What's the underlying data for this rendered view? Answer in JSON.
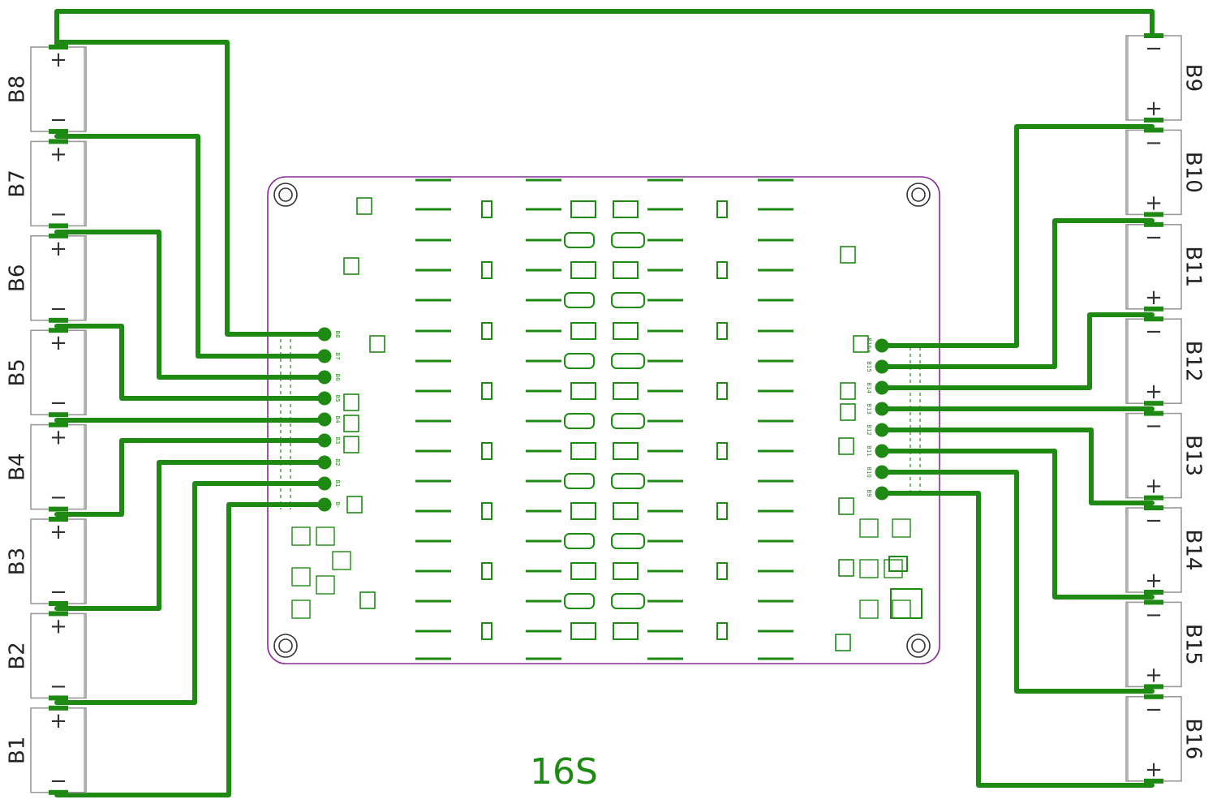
{
  "diagram": {
    "caption": "16S",
    "plus_symbol": "+",
    "minus_symbol": "−",
    "colors": {
      "trace": "#1e8a14",
      "board_outline": "#8a2a9a",
      "silkscreen": "#1e8a14",
      "cell_outline": "#9a9a9a",
      "background": "#ffffff"
    },
    "left_cells": [
      {
        "label": "B8"
      },
      {
        "label": "B7"
      },
      {
        "label": "B6"
      },
      {
        "label": "B5"
      },
      {
        "label": "B4"
      },
      {
        "label": "B3"
      },
      {
        "label": "B2"
      },
      {
        "label": "B1"
      }
    ],
    "right_cells": [
      {
        "label": "B9"
      },
      {
        "label": "B10"
      },
      {
        "label": "B11"
      },
      {
        "label": "B12"
      },
      {
        "label": "B13"
      },
      {
        "label": "B14"
      },
      {
        "label": "B15"
      },
      {
        "label": "B16"
      }
    ],
    "left_pads": [
      "B8",
      "B7",
      "B6",
      "B5",
      "B4",
      "B3",
      "B2",
      "B1",
      "B-"
    ],
    "right_pads": [
      "B16+",
      "B15",
      "B14",
      "B13",
      "B12",
      "B11",
      "B10",
      "B9"
    ]
  }
}
